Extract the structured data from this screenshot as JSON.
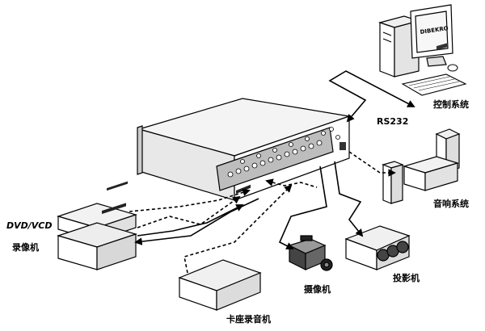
{
  "diagram": {
    "labels": {
      "dvd_vcd": "DVD/VCD",
      "vcr": "录像机",
      "control_system": "控制系统",
      "rs232": "RS232",
      "audio_system": "音响系统",
      "camera": "摄像机",
      "projector": "投影机",
      "cassette_deck": "卡座录音机",
      "monitor_brand": "DIBEKRO"
    },
    "colors": {
      "line": "#000000",
      "device_fill": "#ffffff",
      "device_shade": "#d9d9d9",
      "dark_shade": "#555555"
    },
    "icons": [
      "matrix-switcher-icon",
      "pc-tower-icon",
      "monitor-icon",
      "keyboard-icon",
      "mouse-icon",
      "speaker-icon",
      "amplifier-icon",
      "projector-icon",
      "camcorder-icon",
      "vcr-icon",
      "dvd-player-icon",
      "cassette-deck-icon"
    ]
  }
}
